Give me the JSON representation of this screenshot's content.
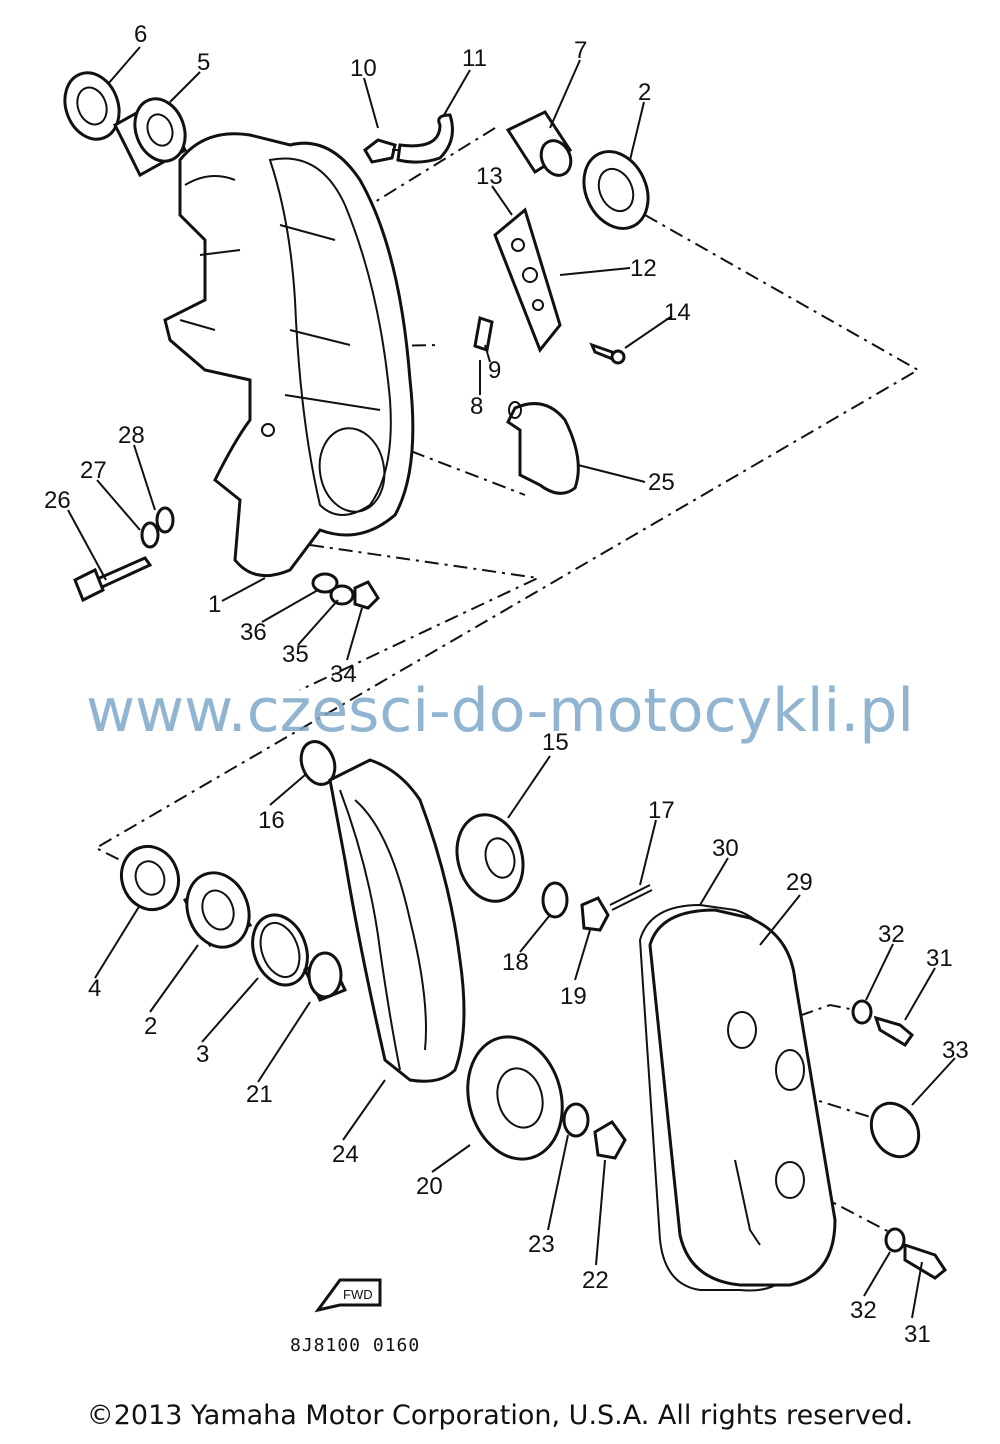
{
  "watermark": "www.czesci-do-motocykli.pl",
  "diagram_code": "8J8100 0160",
  "fwd_label": "FWD",
  "copyright": "©2013 Yamaha Motor Corporation, U.S.A. All rights reserved.",
  "callouts": {
    "c1": "1",
    "c2a": "2",
    "c2b": "2",
    "c3": "3",
    "c4": "4",
    "c5": "5",
    "c6": "6",
    "c7": "7",
    "c8": "8",
    "c9": "9",
    "c10": "10",
    "c11": "11",
    "c12": "12",
    "c13": "13",
    "c14": "14",
    "c15": "15",
    "c16": "16",
    "c17": "17",
    "c18": "18",
    "c19": "19",
    "c20": "20",
    "c21": "21",
    "c22": "22",
    "c23": "23",
    "c24": "24",
    "c25": "25",
    "c26": "26",
    "c27": "27",
    "c28": "28",
    "c29": "29",
    "c30": "30",
    "c31a": "31",
    "c31b": "31",
    "c32a": "32",
    "c32b": "32",
    "c33": "33",
    "c34": "34",
    "c35": "35",
    "c36": "36"
  }
}
